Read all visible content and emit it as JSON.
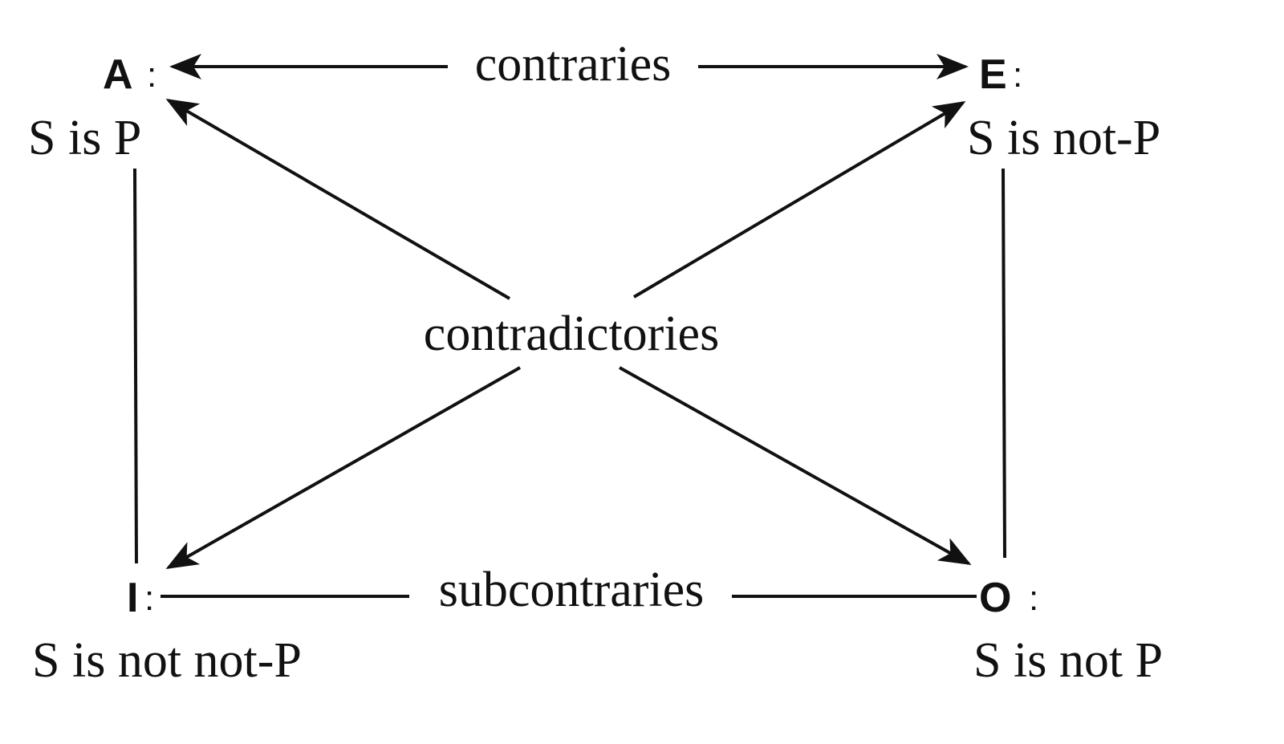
{
  "corners": {
    "a": {
      "letter": "A",
      "colon": ":",
      "proposition": "S is P"
    },
    "e": {
      "letter": "E",
      "colon": ":",
      "proposition": "S is not-P"
    },
    "i": {
      "letter": "I",
      "colon": ":",
      "proposition": "S is not not-P"
    },
    "o": {
      "letter": "O",
      "colon": ":",
      "proposition": "S is not P"
    }
  },
  "relations": {
    "top": "contraries",
    "center": "contradictories",
    "bottom": "subcontraries"
  },
  "colors": {
    "ink": "#111111",
    "background": "#ffffff"
  }
}
